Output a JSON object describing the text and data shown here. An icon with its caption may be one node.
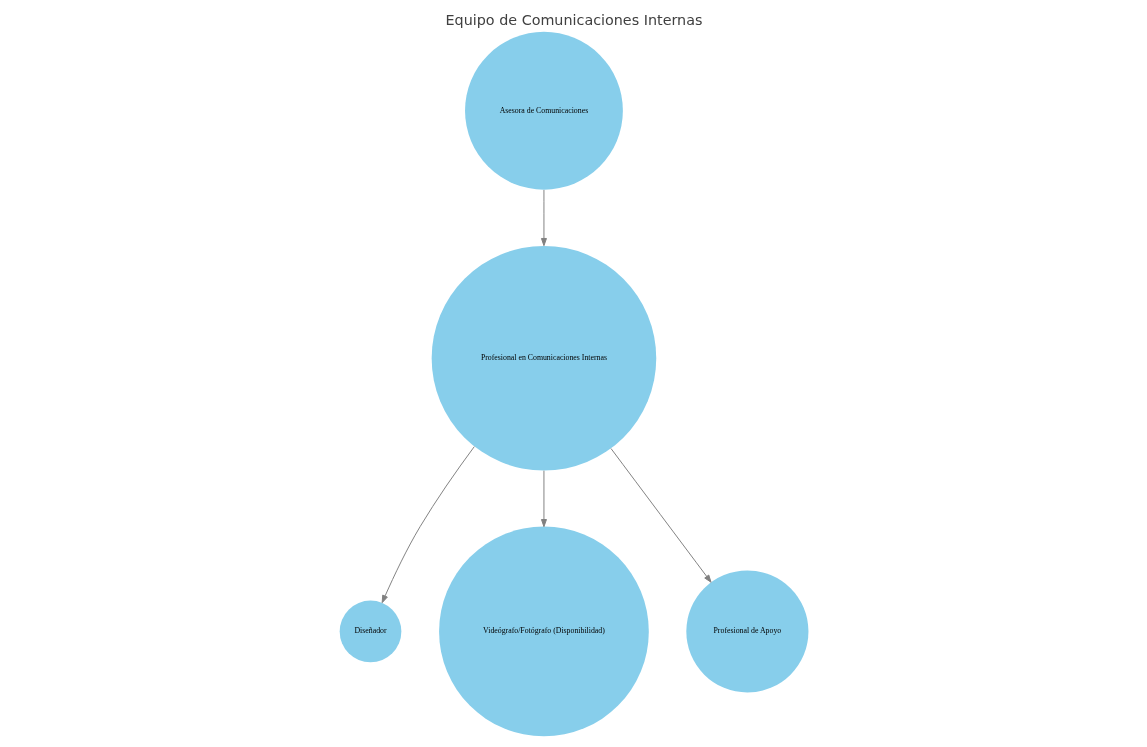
{
  "diagram": {
    "title": "Equipo de Comunicaciones Internas",
    "nodes": [
      {
        "text": [
          "Asesora de Comunicaciones"
        ]
      },
      {
        "text": [
          "Profesional en Comunicaciones Internas"
        ]
      },
      {
        "text": [
          "Diseñador"
        ]
      },
      {
        "text": [
          "Videógrafo/Fotógrafo (Disponibilidad)"
        ]
      },
      {
        "text": [
          "Profesional de Apoyo"
        ]
      }
    ],
    "edges": [
      {
        "from": 0,
        "to": 1,
        "arrow": "to"
      },
      {
        "from": 1,
        "to": 2,
        "arrow": "to"
      },
      {
        "from": 1,
        "to": 3,
        "arrow": "to"
      },
      {
        "from": 1,
        "to": 4,
        "arrow": "to"
      }
    ]
  }
}
